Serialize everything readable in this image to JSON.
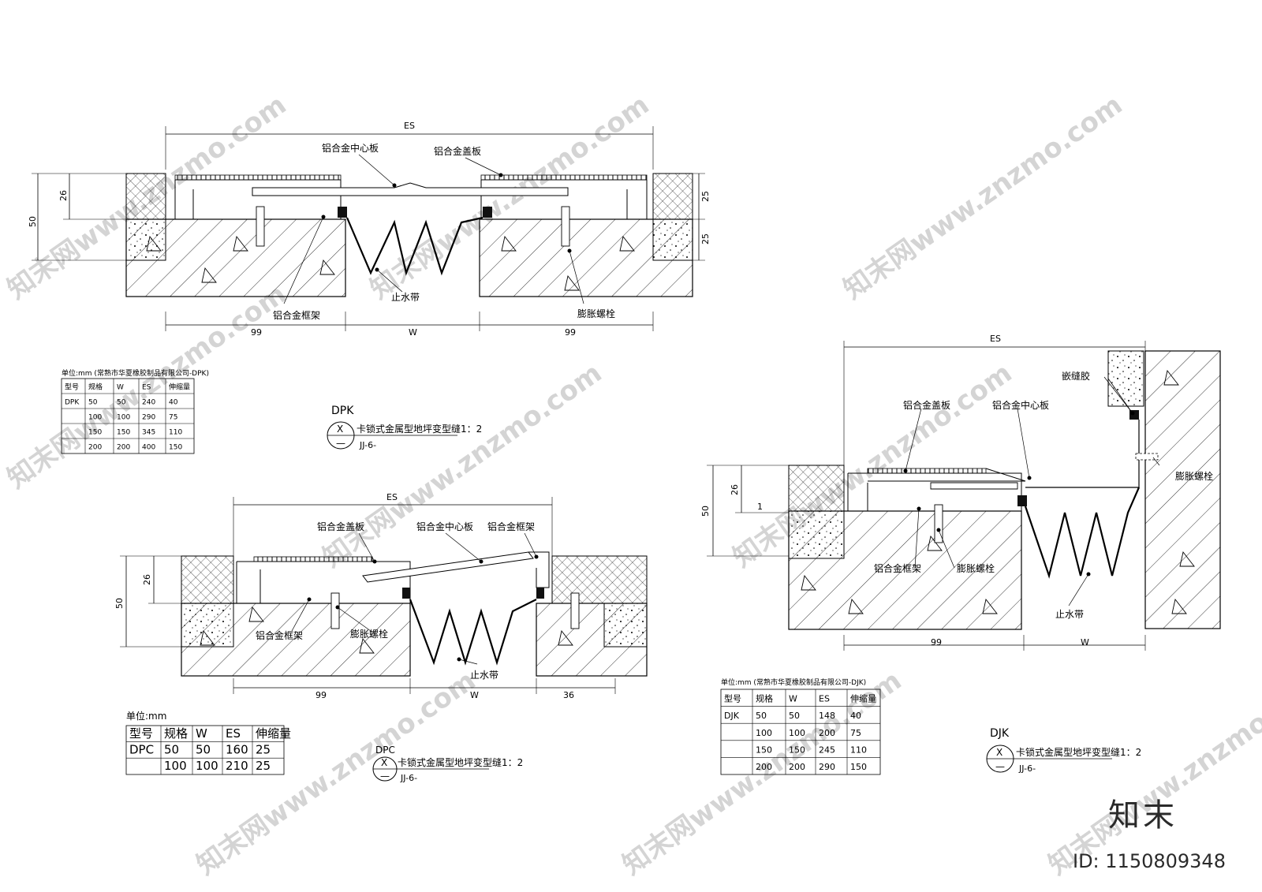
{
  "watermark": {
    "text": "知末网www.znzmo.com"
  },
  "brand": {
    "logo": "知末",
    "id_label": "ID: 1150809348"
  },
  "dpk": {
    "dims": {
      "es": "ES",
      "h50": "50",
      "h26": "26",
      "h25a": "25",
      "h25b": "25",
      "w99a": "99",
      "w": "W",
      "w99b": "99"
    },
    "labels": {
      "center_plate": "铝合金中心板",
      "cover_plate": "铝合金盖板",
      "frame": "铝合金框架",
      "waterstop": "止水带",
      "bolt": "膨胀螺栓"
    },
    "table": {
      "unit": "单位:mm  (常熟市华夏橡胶制品有限公司-DPK)",
      "headers": [
        "型号",
        "规格",
        "W",
        "ES",
        "伸缩量"
      ],
      "rows": [
        [
          "DPK",
          "50",
          "50",
          "240",
          "40"
        ],
        [
          "",
          "100",
          "100",
          "290",
          "75"
        ],
        [
          "",
          "150",
          "150",
          "345",
          "110"
        ],
        [
          "",
          "200",
          "200",
          "400",
          "150"
        ]
      ]
    },
    "title": {
      "code": "DPK",
      "x": "X",
      "dash": "—",
      "name": "卡锁式金属型地坪变型缝1：2",
      "ref": "JJ-6-"
    }
  },
  "dpc": {
    "dims": {
      "es": "ES",
      "h50": "50",
      "h26": "26",
      "w99": "99",
      "w": "W",
      "w36": "36"
    },
    "labels": {
      "cover_plate": "铝合金盖板",
      "center_plate": "铝合金中心板",
      "frame_top": "铝合金框架",
      "frame": "铝合金框架",
      "bolt": "膨胀螺栓",
      "waterstop": "止水带"
    },
    "table": {
      "unit": "单位:mm",
      "headers": [
        "型号",
        "规格",
        "W",
        "ES",
        "伸缩量"
      ],
      "rows": [
        [
          "DPC",
          "50",
          "50",
          "160",
          "25"
        ],
        [
          "",
          "100",
          "100",
          "210",
          "25"
        ]
      ]
    },
    "title": {
      "code": "DPC",
      "x": "X",
      "dash": "—",
      "name": "卡锁式金属型地坪变型缝1：2",
      "ref": "JJ-6-"
    }
  },
  "djk": {
    "dims": {
      "es": "ES",
      "h50": "50",
      "h26": "26",
      "h1": "1",
      "w99": "99",
      "w": "W"
    },
    "labels": {
      "sealant": "嵌缝胶",
      "cover_plate": "铝合金盖板",
      "center_plate": "铝合金中心板",
      "bolt_right": "膨胀螺栓",
      "frame": "铝合金框架",
      "bolt": "膨胀螺栓",
      "waterstop": "止水带"
    },
    "table": {
      "unit": "单位:mm  (常熟市华夏橡胶制品有限公司-DJK)",
      "headers": [
        "型号",
        "规格",
        "W",
        "ES",
        "伸缩量"
      ],
      "rows": [
        [
          "DJK",
          "50",
          "50",
          "148",
          "40"
        ],
        [
          "",
          "100",
          "100",
          "200",
          "75"
        ],
        [
          "",
          "150",
          "150",
          "245",
          "110"
        ],
        [
          "",
          "200",
          "200",
          "290",
          "150"
        ]
      ]
    },
    "title": {
      "code": "DJK",
      "x": "X",
      "dash": "—",
      "name": "卡锁式金属型地坪变型缝1：2",
      "ref": "JJ-6-"
    }
  }
}
